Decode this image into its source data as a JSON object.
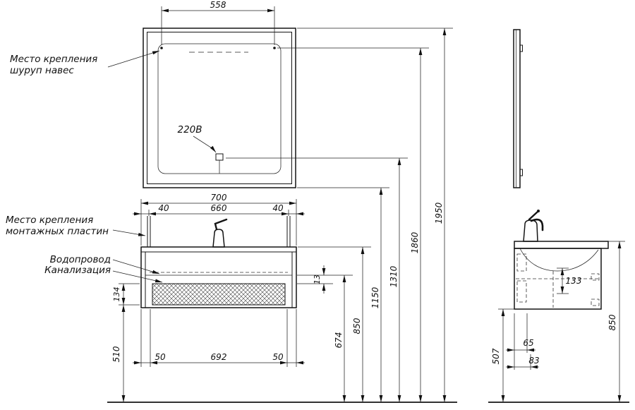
{
  "front_view": {
    "mirror": {
      "width_dim": "558",
      "mount_label": [
        "Место крепления",
        "шуруп навес"
      ],
      "power_label": "220В"
    },
    "cabinet": {
      "width_dim": "700",
      "inner_width_dim": "660",
      "left_offset_dim": "40",
      "right_offset_dim": "40",
      "plates_label": [
        "Место крепления",
        "монтажных пластин"
      ],
      "water_label": "Водопровод",
      "sewer_label": "Канализация",
      "hatch_height_dim": "134",
      "under_height_dim": "510",
      "bottom_left_dim": "50",
      "bottom_center_dim": "692",
      "bottom_right_dim": "50",
      "gap_dim": "13"
    },
    "height_dims": [
      "674",
      "850",
      "1150",
      "1310",
      "1860",
      "1950"
    ]
  },
  "side_view": {
    "inner_height_dim": "133",
    "wall_offset_dim_1": "65",
    "wall_offset_dim_2": "83",
    "under_height_dim": "507",
    "top_height_dim": "850"
  }
}
